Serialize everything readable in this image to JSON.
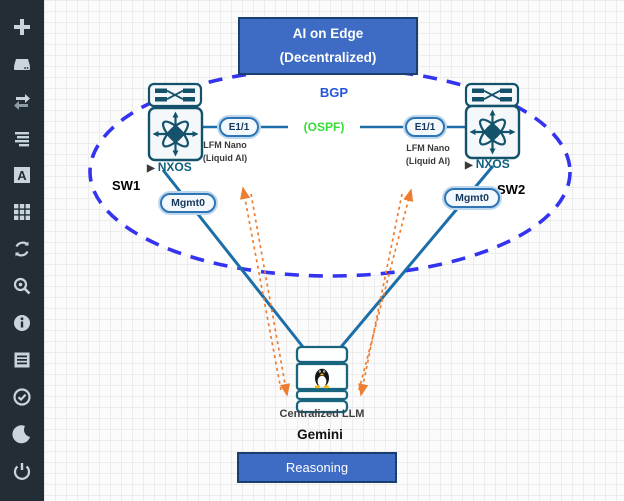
{
  "sidebar": {
    "items": [
      {
        "icon": "add-icon"
      },
      {
        "icon": "storage-icon"
      },
      {
        "icon": "swap-arrows-icon"
      },
      {
        "icon": "align-lines-icon"
      },
      {
        "icon": "text-style-icon"
      },
      {
        "icon": "grid-icon"
      },
      {
        "icon": "refresh-icon"
      },
      {
        "icon": "zoom-search-icon"
      },
      {
        "icon": "info-icon"
      },
      {
        "icon": "list-icon"
      },
      {
        "icon": "check-circle-icon"
      },
      {
        "icon": "dark-mode-icon"
      },
      {
        "icon": "power-icon"
      }
    ]
  },
  "diagram": {
    "title": {
      "line1": "AI on Edge",
      "line2": "(Decentralized)"
    },
    "protocols": {
      "bgp": "BGP",
      "ospf": "(OSPF)"
    },
    "switch1": {
      "name": "SW1",
      "os_marker": "▶",
      "os": "NXOS",
      "port": "E1/1",
      "mgmt": "Mgmt0",
      "agent_line1": "LFM Nano",
      "agent_line2": "(Liquid AI)"
    },
    "switch2": {
      "name": "SW2",
      "os_marker": "▶",
      "os": "NXOS",
      "port": "E1/1",
      "mgmt": "Mgmt0",
      "agent_line1": "LFM Nano",
      "agent_line2": "(Liquid AI)"
    },
    "server": {
      "label": "Centralized LLM",
      "name": "Gemini"
    },
    "reasoning": "Reasoning",
    "colors": {
      "accent_box": "#3E6BC4",
      "box_border": "#1A3E6E",
      "ellipse_dashed": "#3434F0",
      "link_line": "#1C6EA8",
      "device_stroke": "#14526B",
      "orange_arrow": "#ED7D31",
      "ospf_green": "#35DD35",
      "bgp_blue": "#2356D9",
      "sidebar_bg": "#222D36"
    }
  }
}
